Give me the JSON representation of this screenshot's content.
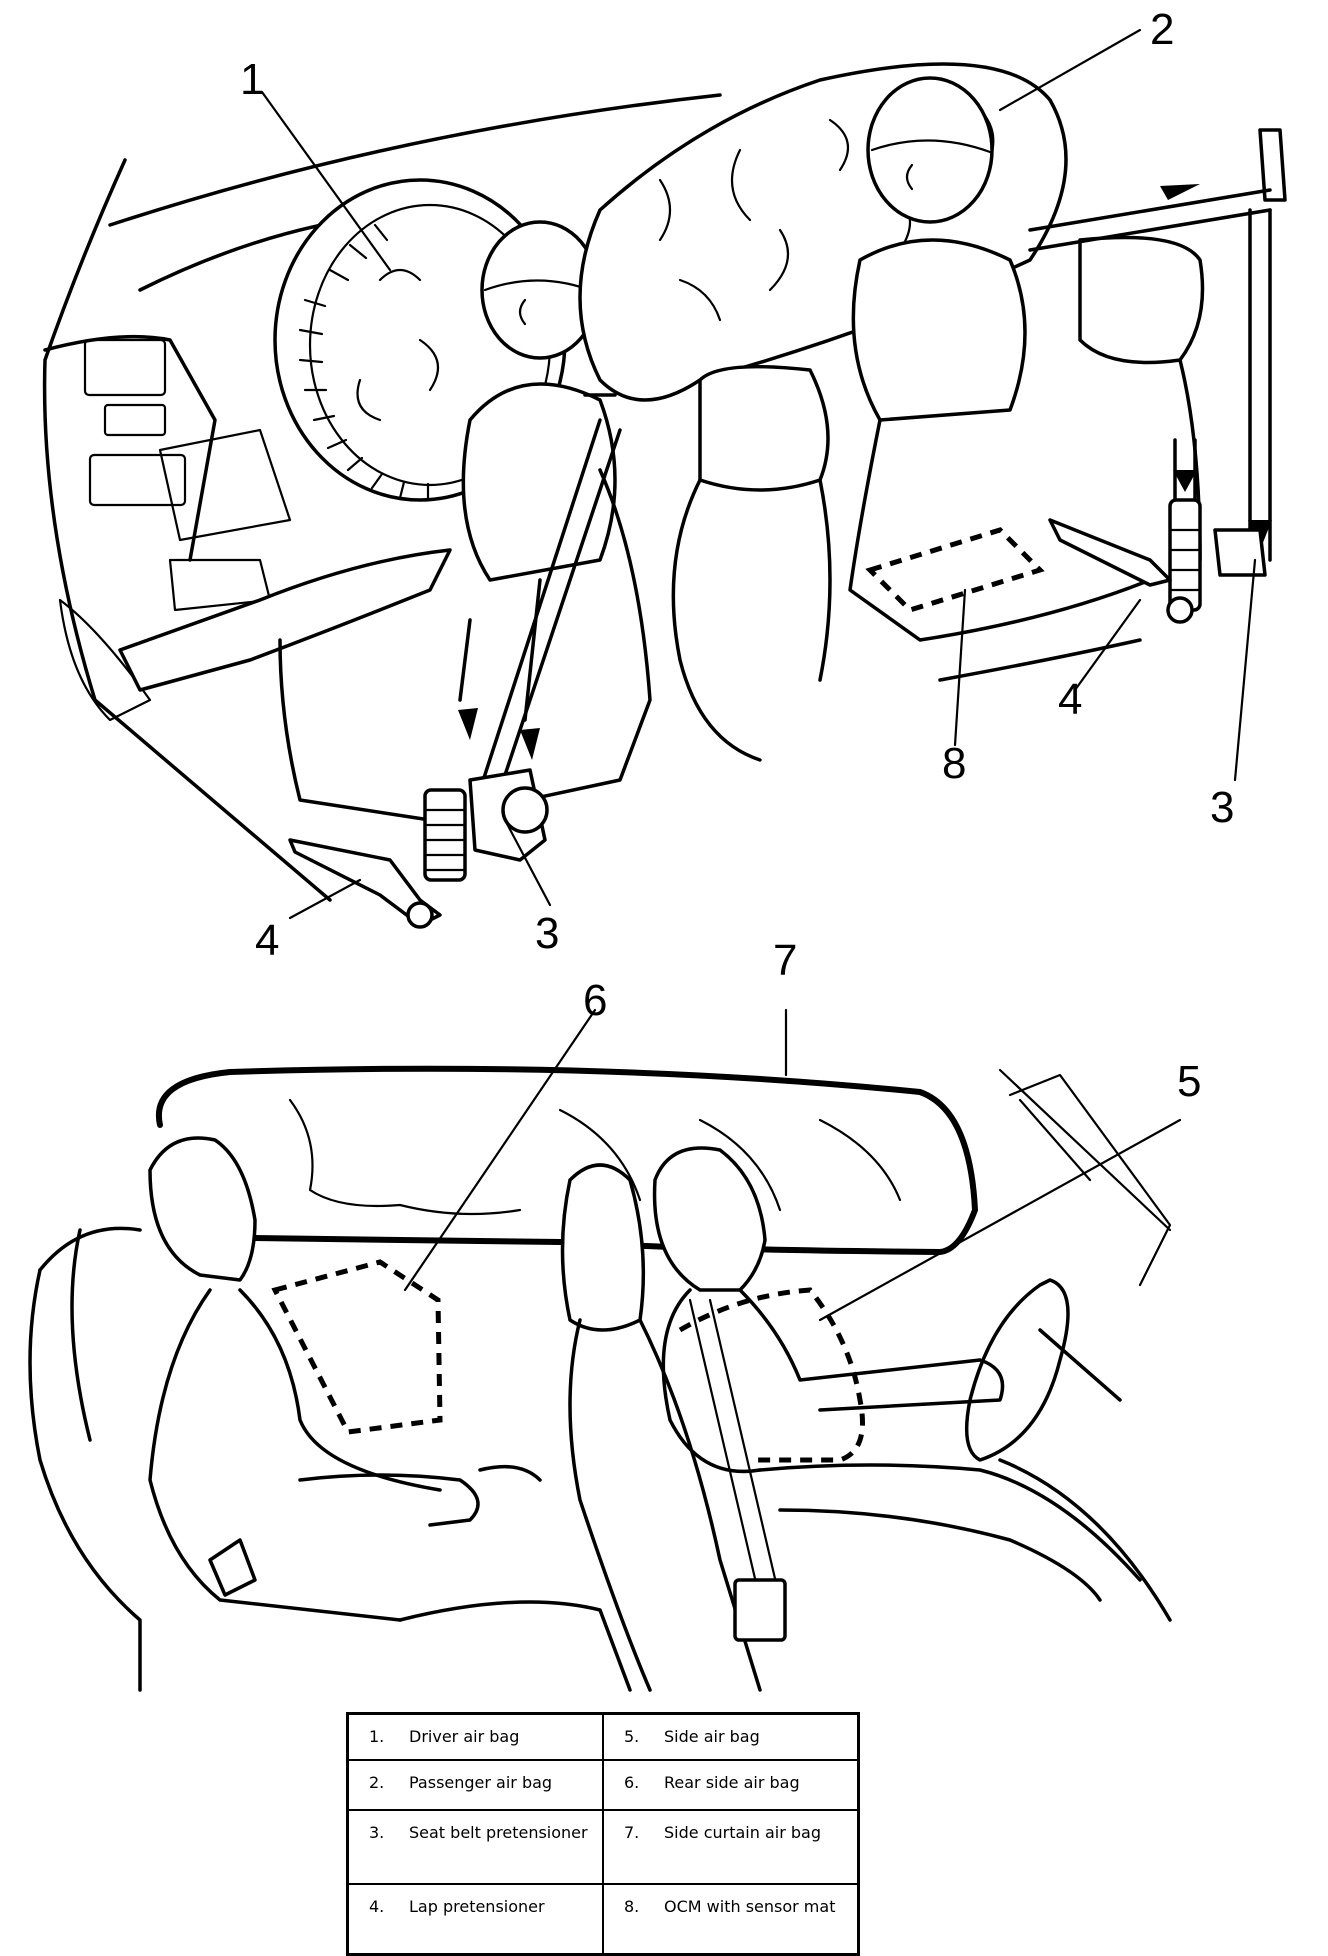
{
  "callouts": [
    {
      "num": "1"
    },
    {
      "num": "2"
    },
    {
      "num": "3"
    },
    {
      "num": "3"
    },
    {
      "num": "4"
    },
    {
      "num": "4"
    },
    {
      "num": "8"
    },
    {
      "num": "7"
    },
    {
      "num": "6"
    },
    {
      "num": "5"
    }
  ],
  "legend": {
    "rows": [
      [
        {
          "num": "1.",
          "label": "Driver air bag"
        },
        {
          "num": "5.",
          "label": "Side air bag"
        }
      ],
      [
        {
          "num": "2.",
          "label": "Passenger air bag"
        },
        {
          "num": "6.",
          "label": "Rear side air bag"
        }
      ],
      [
        {
          "num": "3.",
          "label": "Seat belt pretensioner"
        },
        {
          "num": "7.",
          "label": "Side curtain air bag"
        }
      ],
      [
        {
          "num": "4.",
          "label": "Lap pretensioner"
        },
        {
          "num": "8.",
          "label": "OCM with sensor mat"
        }
      ]
    ]
  }
}
